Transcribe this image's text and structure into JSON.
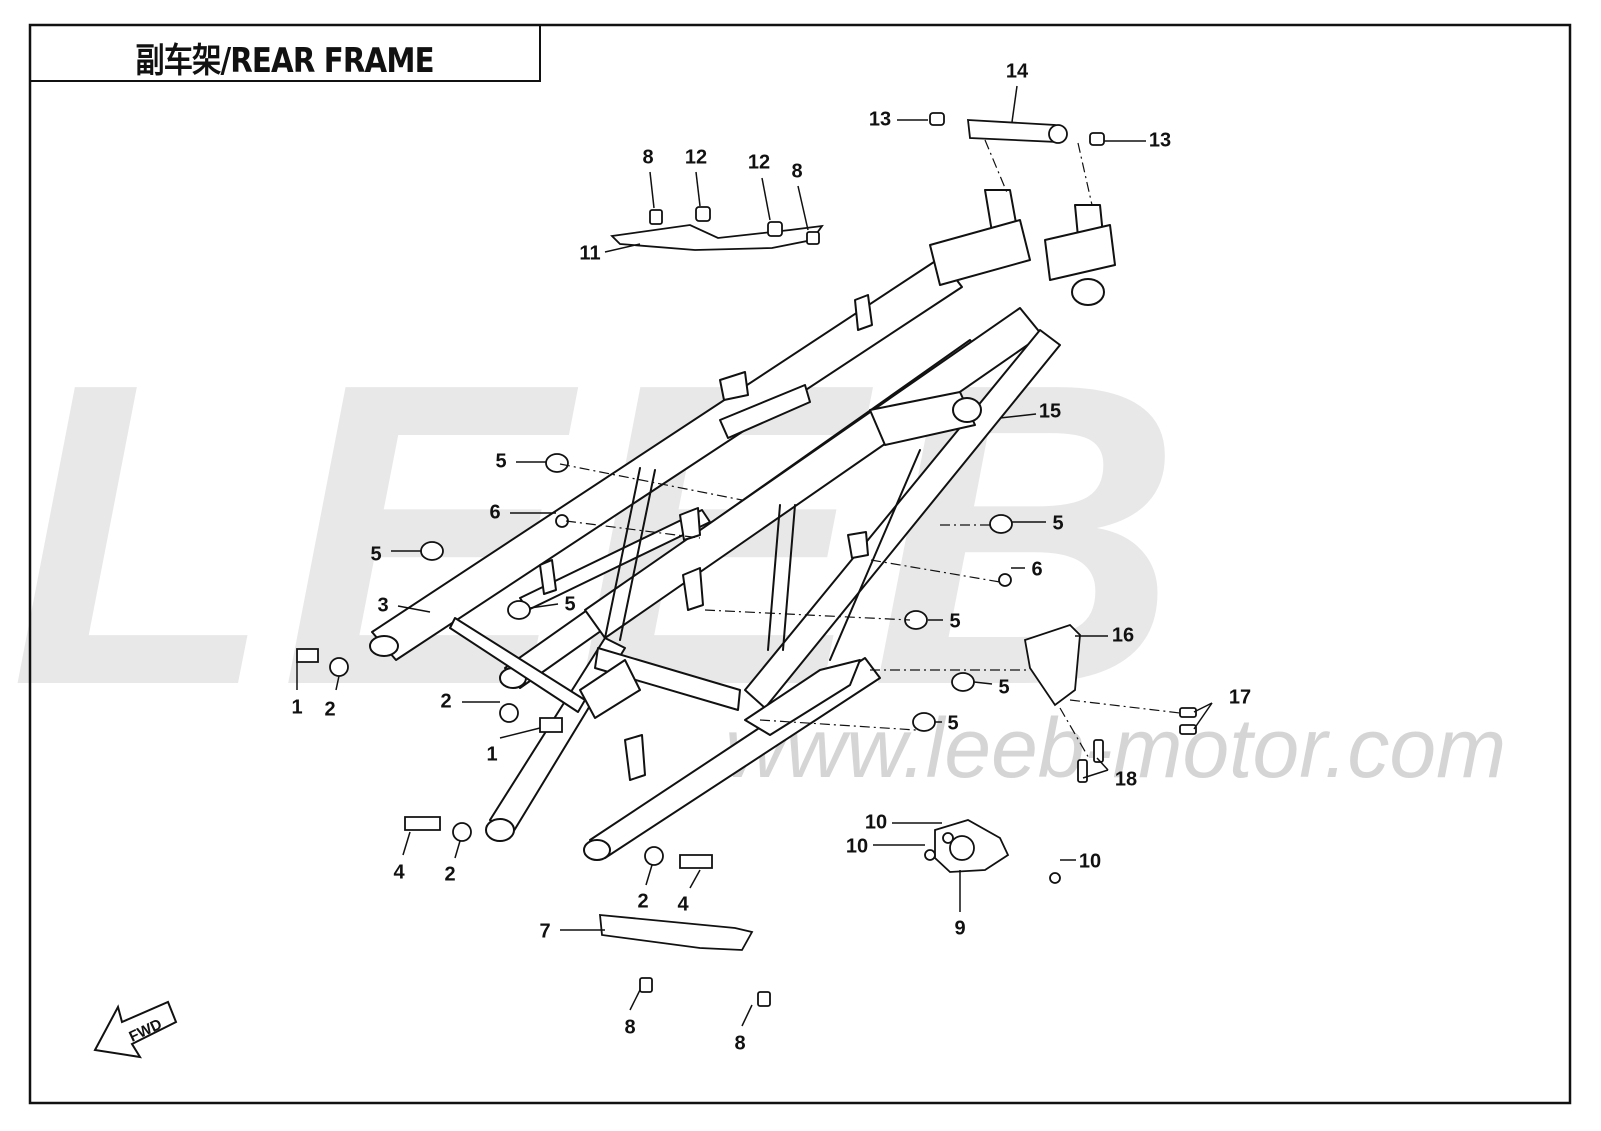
{
  "title": "副车架/REAR  FRAME",
  "watermark": {
    "logo": "LEEB",
    "url": "www.leeb-motor.com"
  },
  "fwd_label": "FWD",
  "colors": {
    "line": "#111111",
    "watermark": "#d6d6d6"
  },
  "callouts": [
    {
      "id": "c1a",
      "label": "1"
    },
    {
      "id": "c1b",
      "label": "1"
    },
    {
      "id": "c2a",
      "label": "2"
    },
    {
      "id": "c2b",
      "label": "2"
    },
    {
      "id": "c2c",
      "label": "2"
    },
    {
      "id": "c2d",
      "label": "2"
    },
    {
      "id": "c3",
      "label": "3"
    },
    {
      "id": "c4a",
      "label": "4"
    },
    {
      "id": "c4b",
      "label": "4"
    },
    {
      "id": "c5a",
      "label": "5"
    },
    {
      "id": "c5b",
      "label": "5"
    },
    {
      "id": "c5c",
      "label": "5"
    },
    {
      "id": "c5d",
      "label": "5"
    },
    {
      "id": "c5e",
      "label": "5"
    },
    {
      "id": "c5f",
      "label": "5"
    },
    {
      "id": "c5g",
      "label": "5"
    },
    {
      "id": "c6a",
      "label": "6"
    },
    {
      "id": "c6b",
      "label": "6"
    },
    {
      "id": "c7",
      "label": "7"
    },
    {
      "id": "c8a",
      "label": "8"
    },
    {
      "id": "c8b",
      "label": "8"
    },
    {
      "id": "c8c",
      "label": "8"
    },
    {
      "id": "c8d",
      "label": "8"
    },
    {
      "id": "c9",
      "label": "9"
    },
    {
      "id": "c10a",
      "label": "10"
    },
    {
      "id": "c10b",
      "label": "10"
    },
    {
      "id": "c10c",
      "label": "10"
    },
    {
      "id": "c11",
      "label": "11"
    },
    {
      "id": "c12a",
      "label": "12"
    },
    {
      "id": "c12b",
      "label": "12"
    },
    {
      "id": "c13a",
      "label": "13"
    },
    {
      "id": "c13b",
      "label": "13"
    },
    {
      "id": "c14",
      "label": "14"
    },
    {
      "id": "c15",
      "label": "15"
    },
    {
      "id": "c16",
      "label": "16"
    },
    {
      "id": "c17",
      "label": "17"
    },
    {
      "id": "c18",
      "label": "18"
    }
  ]
}
